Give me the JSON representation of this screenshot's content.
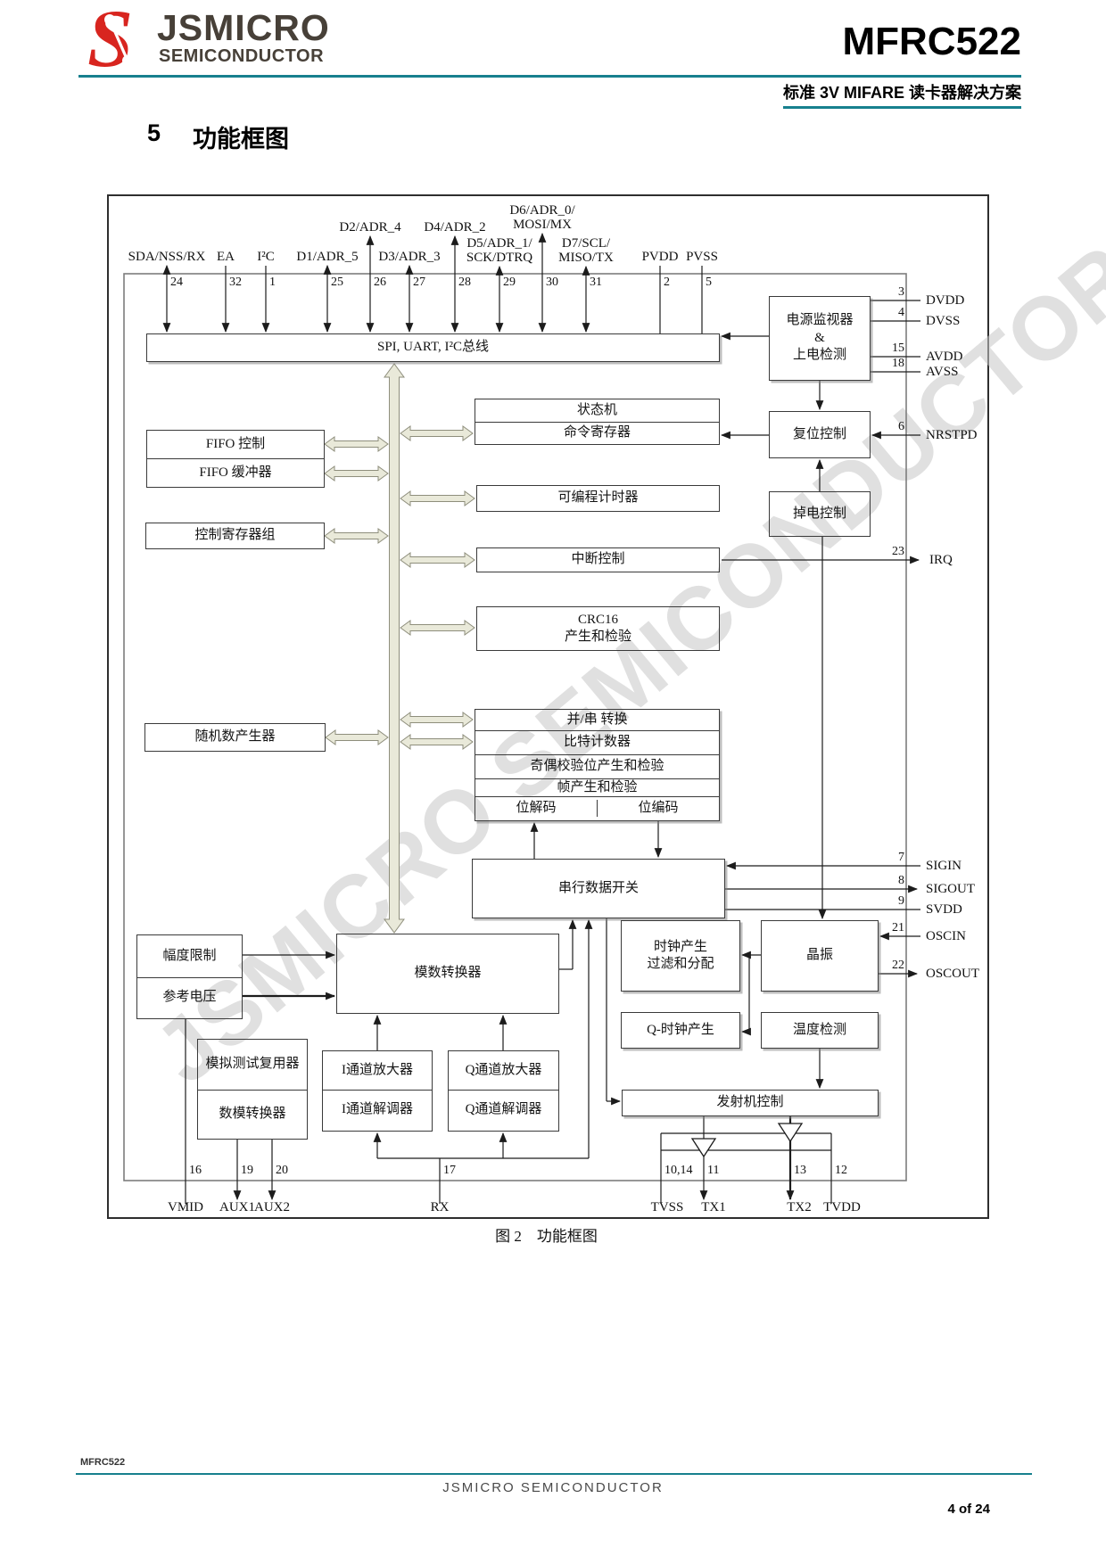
{
  "colors": {
    "accent_teal": "#17808e",
    "logo_red": "#d8251f",
    "watermark_gray": "#c7c7c7",
    "bus_beige": "#e9e9d9"
  },
  "header": {
    "logo_title": "JSMICRO",
    "logo_subtitle": "SEMICONDUCTOR",
    "product": "MFRC522",
    "subtitle": "标准 3V MIFARE 读卡器解决方案"
  },
  "section": {
    "number": "5",
    "title": "功能框图"
  },
  "diagram": {
    "top_pins": [
      {
        "num": "24",
        "label": "SDA/NSS/RX"
      },
      {
        "num": "32",
        "label": "EA"
      },
      {
        "num": "1",
        "label": "I²C"
      },
      {
        "num": "25",
        "label": "D1/ADR_5"
      },
      {
        "num": "26",
        "label": "D2/ADR_4"
      },
      {
        "num": "27",
        "label": "D3/ADR_3"
      },
      {
        "num": "28",
        "label": "D4/ADR_2"
      },
      {
        "num": "29",
        "label": "D5/ADR_1/\nSCK/DTRQ"
      },
      {
        "num": "30",
        "label": "D6/ADR_0/\nMOSI/MX"
      },
      {
        "num": "31",
        "label": "D7/SCL/\nMISO/TX"
      },
      {
        "num": "2",
        "label": "PVDD"
      },
      {
        "num": "5",
        "label": "PVSS"
      }
    ],
    "right_pins": [
      {
        "num": "3",
        "label": "DVDD"
      },
      {
        "num": "4",
        "label": "DVSS"
      },
      {
        "num": "15",
        "label": "AVDD"
      },
      {
        "num": "18",
        "label": "AVSS"
      },
      {
        "num": "6",
        "label": "NRSTPD"
      },
      {
        "num": "23",
        "label": "IRQ"
      },
      {
        "num": "7",
        "label": "SIGIN"
      },
      {
        "num": "8",
        "label": "SIGOUT"
      },
      {
        "num": "9",
        "label": "SVDD"
      },
      {
        "num": "21",
        "label": "OSCIN"
      },
      {
        "num": "22",
        "label": "OSCOUT"
      }
    ],
    "bottom_pins": [
      {
        "num": "16",
        "label": "VMID"
      },
      {
        "num": "19",
        "label": "AUX1"
      },
      {
        "num": "20",
        "label": "AUX2"
      },
      {
        "num": "17",
        "label": "RX"
      },
      {
        "num": "10,14",
        "label": "TVSS"
      },
      {
        "num": "11",
        "label": "TX1"
      },
      {
        "num": "13",
        "label": "TX2"
      },
      {
        "num": "12",
        "label": "TVDD"
      }
    ],
    "blocks": {
      "spi_bus": "SPI, UART, I²C总线",
      "fifo_ctrl": "FIFO 控制",
      "fifo_buf": "FIFO 缓冲器",
      "ctrl_reg": "控制寄存器组",
      "rng": "随机数产生器",
      "state_machine": "状态机",
      "cmd_reg": "命令寄存器",
      "prog_timer": "可编程计时器",
      "int_ctrl": "中断控制",
      "crc": "CRC16\n产生和检验",
      "par_ser": "并/串 转换",
      "bit_counter": "比特计数器",
      "parity": "奇偶校验位产生和检验",
      "frame_gen": "帧产生和检验",
      "bit_decode": "位解码",
      "bit_encode": "位编码",
      "serial_switch": "串行数据开关",
      "power_monitor": "电源监视器\n&\n上电检测",
      "reset_ctrl": "复位控制",
      "power_down": "掉电控制",
      "clock_gen": "时钟产生\n过滤和分配",
      "crystal": "晶振",
      "q_clock": "Q-时钟产生",
      "temp_sensor": "温度检测",
      "tx_ctrl": "发射机控制",
      "amp_limit": "幅度限制",
      "vref": "参考电压",
      "adc": "模数转换器",
      "test_mux": "模拟测试复用器",
      "dac": "数模转换器",
      "i_amp": "I通道放大器",
      "i_demod": "I通道解调器",
      "q_amp": "Q通道放大器",
      "q_demod": "Q通道解调器"
    },
    "watermark": "JSMICRO SEMICONDUCTOR",
    "caption": "图 2　功能框图"
  },
  "footer": {
    "doc_id": "MFRC522",
    "company": "JSMICRO SEMICONDUCTOR",
    "page": "4 of 24"
  }
}
